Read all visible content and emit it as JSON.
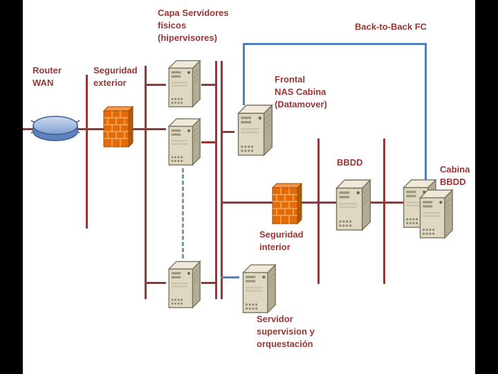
{
  "diagram": {
    "background": "#ffffff",
    "letterbox_color": "#000000",
    "network_line_color": "#953735",
    "fc_line_color": "#4f81bd",
    "text_color": "#953735",
    "labels": {
      "title": "Capa Servidores\nfísicos\n(hipervisores)",
      "back_to_back_fc": "Back-to-Back FC",
      "router_wan": "Router\nWAN",
      "seguridad_exterior": "Seguridad\nexterior",
      "frontal_nas": "Frontal\nNAS Cabina\n(Datamover)",
      "bbdd": "BBDD",
      "cabina_bbdd": "Cabina\nBBDD",
      "seguridad_interior": "Seguridad\ninterior",
      "servidor_supervision": "Servidor\nsupervision y\norquestación"
    },
    "icons": {
      "router": "router-cylinder-icon",
      "firewall": "firewall-brick-icon",
      "server": "server-tower-icon"
    }
  }
}
